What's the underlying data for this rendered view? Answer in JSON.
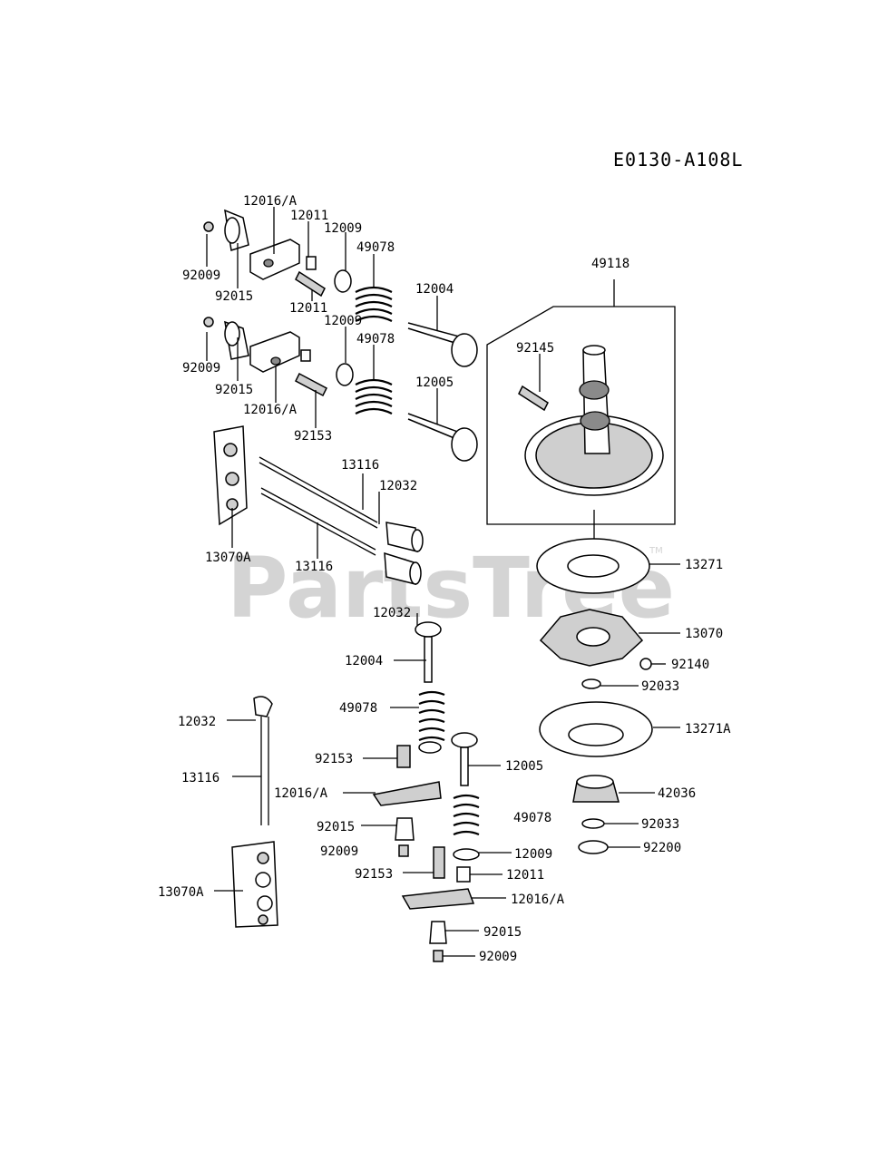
{
  "diagram_code": "E0130-A108L",
  "watermark": "PartsTree",
  "watermark_tm": "TM",
  "callouts": [
    {
      "id": "c01",
      "text": "12016/A"
    },
    {
      "id": "c02",
      "text": "12011"
    },
    {
      "id": "c03",
      "text": "12009"
    },
    {
      "id": "c04",
      "text": "49078"
    },
    {
      "id": "c05",
      "text": "92009"
    },
    {
      "id": "c06",
      "text": "92015"
    },
    {
      "id": "c07",
      "text": "12011"
    },
    {
      "id": "c08",
      "text": "12004"
    },
    {
      "id": "c09",
      "text": "12009"
    },
    {
      "id": "c10",
      "text": "49078"
    },
    {
      "id": "c11",
      "text": "92009"
    },
    {
      "id": "c12",
      "text": "92015"
    },
    {
      "id": "c13",
      "text": "12016/A"
    },
    {
      "id": "c14",
      "text": "12005"
    },
    {
      "id": "c15",
      "text": "92153"
    },
    {
      "id": "c16",
      "text": "49118"
    },
    {
      "id": "c17",
      "text": "92145"
    },
    {
      "id": "c18",
      "text": "13116"
    },
    {
      "id": "c19",
      "text": "12032"
    },
    {
      "id": "c20",
      "text": "13070A"
    },
    {
      "id": "c21",
      "text": "13116"
    },
    {
      "id": "c22",
      "text": "13271"
    },
    {
      "id": "c23",
      "text": "12032"
    },
    {
      "id": "c24",
      "text": "13070"
    },
    {
      "id": "c25",
      "text": "12004"
    },
    {
      "id": "c26",
      "text": "92140"
    },
    {
      "id": "c27",
      "text": "92033"
    },
    {
      "id": "c28",
      "text": "49078"
    },
    {
      "id": "c29",
      "text": "12032"
    },
    {
      "id": "c30",
      "text": "13271A"
    },
    {
      "id": "c31",
      "text": "92153"
    },
    {
      "id": "c32",
      "text": "12005"
    },
    {
      "id": "c33",
      "text": "13116"
    },
    {
      "id": "c34",
      "text": "12016/A"
    },
    {
      "id": "c35",
      "text": "42036"
    },
    {
      "id": "c36",
      "text": "49078"
    },
    {
      "id": "c37",
      "text": "92015"
    },
    {
      "id": "c38",
      "text": "92033"
    },
    {
      "id": "c39",
      "text": "92009"
    },
    {
      "id": "c40",
      "text": "12009"
    },
    {
      "id": "c41",
      "text": "92200"
    },
    {
      "id": "c42",
      "text": "92153"
    },
    {
      "id": "c43",
      "text": "12011"
    },
    {
      "id": "c44",
      "text": "13070A"
    },
    {
      "id": "c45",
      "text": "12016/A"
    },
    {
      "id": "c46",
      "text": "92015"
    },
    {
      "id": "c47",
      "text": "92009"
    }
  ]
}
